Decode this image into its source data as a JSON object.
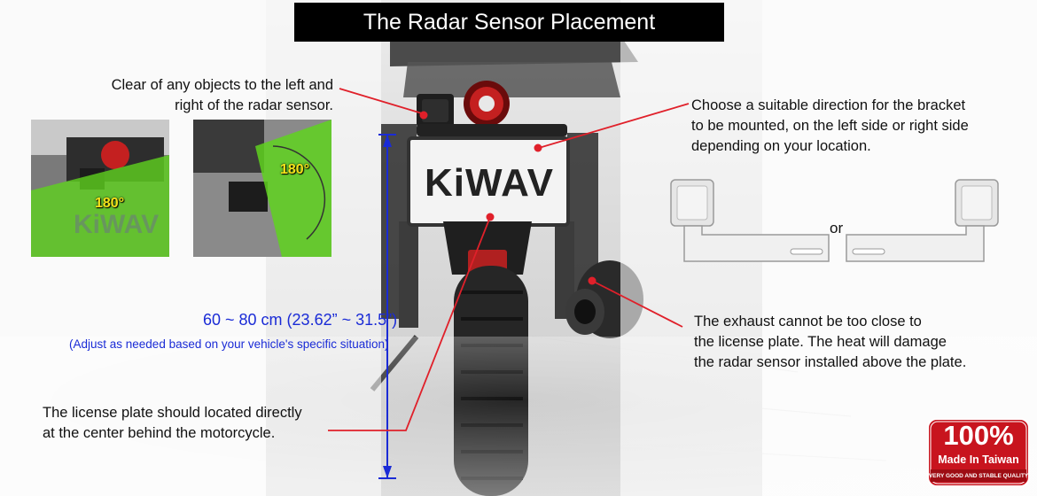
{
  "title": "The Radar Sensor Placement",
  "notes": {
    "clear_objects": [
      "Clear of any objects to the left and",
      "right of the radar sensor."
    ],
    "bracket_direction": [
      "Choose a suitable direction for the bracket",
      "to be mounted, on the left side or right side",
      "depending on your location."
    ],
    "exhaust": [
      "The exhaust cannot be too close to",
      "the license plate. The heat will damage",
      "the radar sensor installed above the plate."
    ],
    "license_plate": [
      "The license plate should located directly",
      "at the center behind the motorcycle."
    ]
  },
  "distance": {
    "range": "60 ~ 80 cm (23.62” ~ 31.5”)",
    "advice": "(Adjust as needed based on your vehicle's specific situation)"
  },
  "angle_labels": [
    "180°",
    "180°"
  ],
  "or_label": "or",
  "brand_text": "KiWAV",
  "badge": {
    "percent": "100%",
    "line1": "Made In Taiwan",
    "line2": "VERY GOOD AND STABLE QUALITY"
  },
  "colors": {
    "callout_red": "#e0202a",
    "dimension_blue": "#1a2bd6",
    "title_bg": "#000000",
    "badge_red": "#c8141e",
    "green_zone": "#5fd21e"
  }
}
